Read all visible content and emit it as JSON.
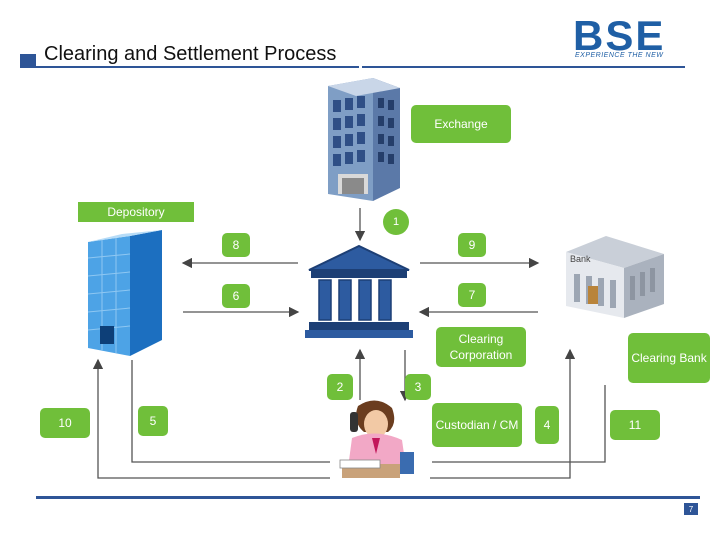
{
  "header": {
    "title": "Clearing and Settlement Process",
    "logo_text": "BSE",
    "logo_tagline": "EXPERIENCE THE NEW",
    "accent_color": "#2e5597",
    "logo_color": "#1f5fa5"
  },
  "diagram": {
    "node_color": "#70bf3a",
    "nodes": {
      "exchange": "Exchange",
      "depository": "Depository",
      "clearing_corporation": "Clearing Corporation",
      "clearing_bank": "Clearing Bank",
      "custodian": "Custodian / CM"
    },
    "steps": {
      "s1": "1",
      "s2": "2",
      "s3": "3",
      "s4": "4",
      "s5": "5",
      "s6": "6",
      "s7": "7",
      "s8": "8",
      "s9": "9",
      "s10": "10",
      "s11": "11"
    },
    "icons": {
      "exchange": "office-building-icon",
      "depository": "glass-tower-icon",
      "clearing_corporation": "institution-columns-icon",
      "clearing_bank": "bank-building-icon",
      "custodian": "person-on-phone-icon"
    }
  },
  "footer": {
    "page_number": "7"
  }
}
